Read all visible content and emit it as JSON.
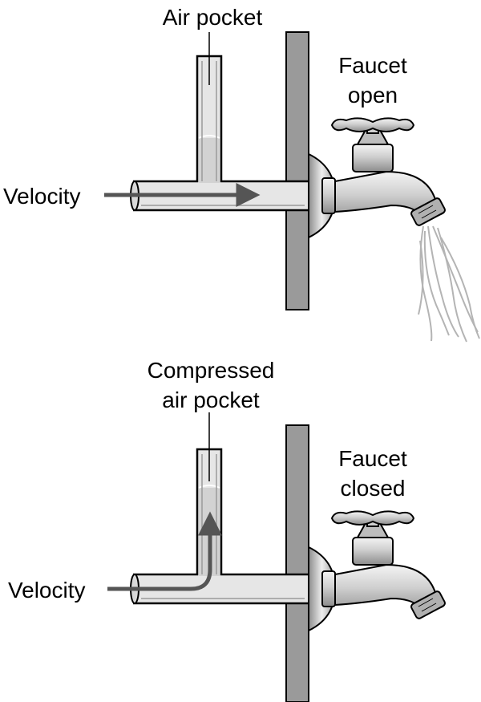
{
  "top_panel": {
    "air_label": "Air pocket",
    "faucet_label_line1": "Faucet",
    "faucet_label_line2": "open",
    "velocity_label": "Velocity"
  },
  "bottom_panel": {
    "air_label_line1": "Compressed",
    "air_label_line2": "air pocket",
    "faucet_label_line1": "Faucet",
    "faucet_label_line2": "closed",
    "velocity_label": "Velocity"
  },
  "colors": {
    "wall": "#9a9a9a",
    "pipe_fill": "#e4e4e4",
    "arrow": "#555555",
    "faucet": "#c8c8c8",
    "water": "#b4b4b4"
  }
}
